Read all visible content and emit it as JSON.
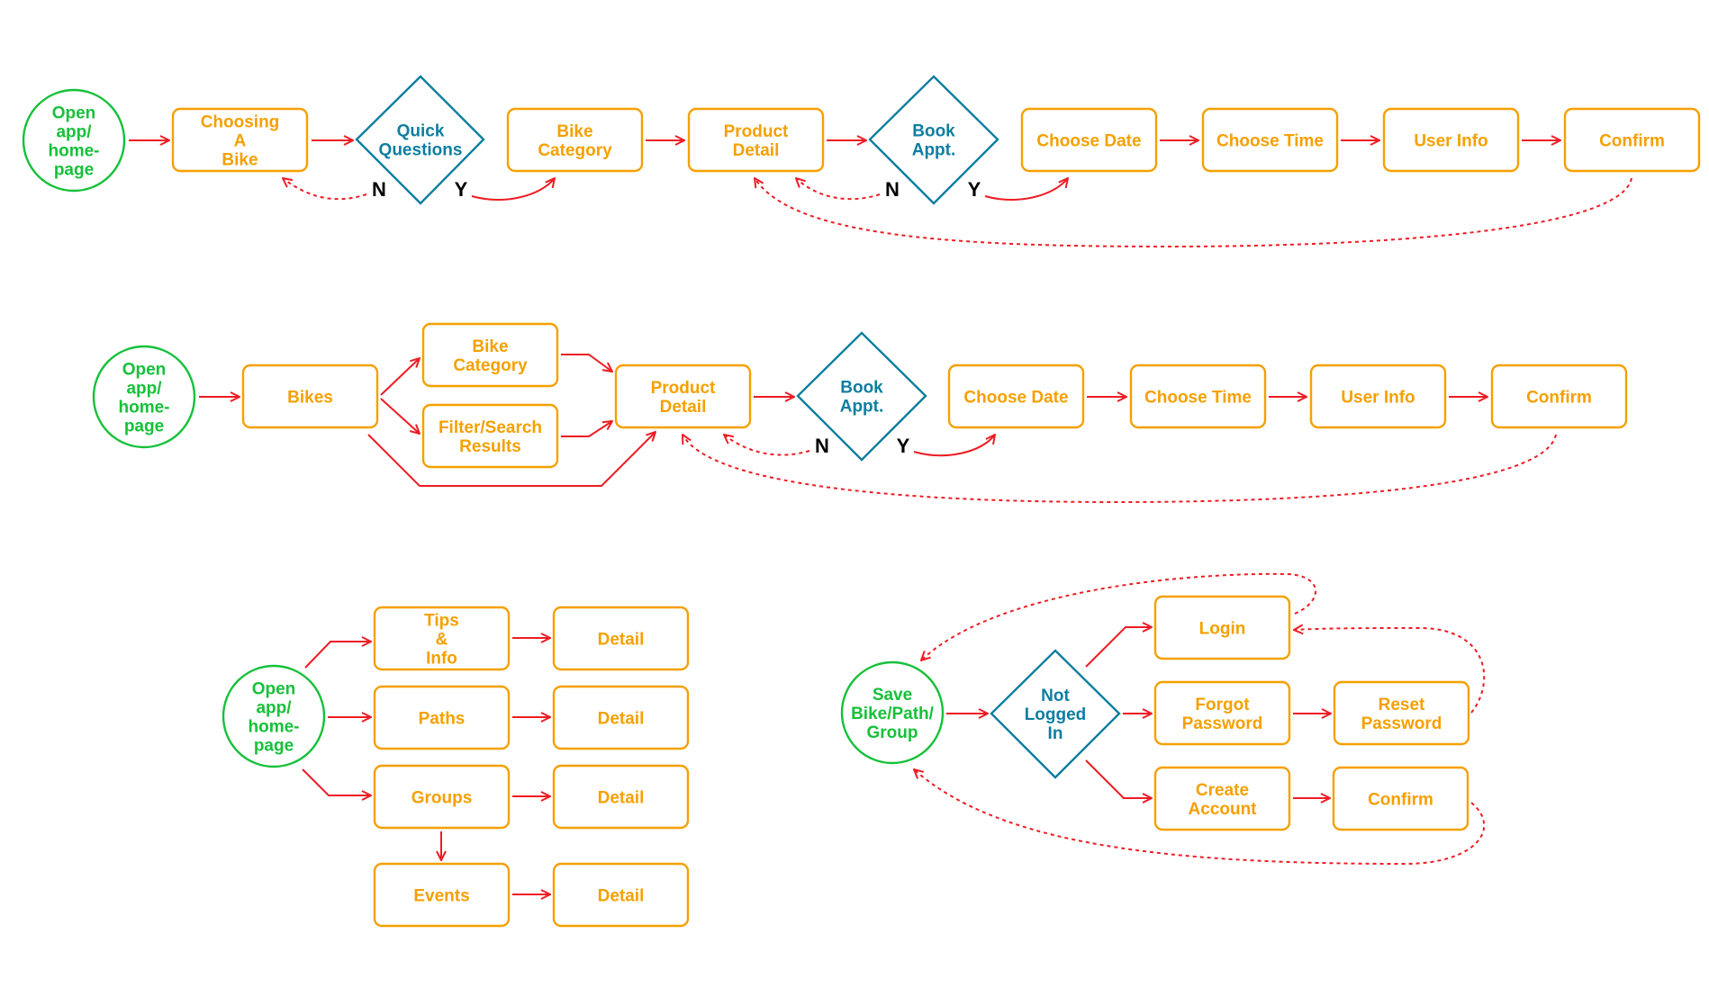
{
  "colors": {
    "box": "#f5a000",
    "start": "#16c13a",
    "decision": "#0d7ea0",
    "arrow": "#ee1c24",
    "branch_label": "#000000"
  },
  "flow1": {
    "start": "Open app/ home- page",
    "choosing_bike": "Choosing A Bike",
    "quick_questions": "Quick Questions",
    "bike_category": "Bike Category",
    "product_detail": "Product Detail",
    "book_appt": "Book Appt.",
    "choose_date": "Choose Date",
    "choose_time": "Choose Time",
    "user_info": "User Info",
    "confirm": "Confirm",
    "no_label": "N",
    "yes_label": "Y"
  },
  "flow2": {
    "start": "Open app/ home- page",
    "bikes": "Bikes",
    "bike_category": "Bike Category",
    "filter_results": "Filter/Search Results",
    "product_detail": "Product Detail",
    "book_appt": "Book Appt.",
    "choose_date": "Choose Date",
    "choose_time": "Choose Time",
    "user_info": "User Info",
    "confirm": "Confirm",
    "no_label": "N",
    "yes_label": "Y"
  },
  "flow3": {
    "start": "Open app/ home- page",
    "tips_info": "Tips & Info",
    "paths": "Paths",
    "groups": "Groups",
    "events": "Events",
    "detail": "Detail"
  },
  "flow4": {
    "start": "Save Bike/Path/ Group",
    "not_logged_in": "Not Logged In",
    "login": "Login",
    "forgot_password": "Forgot Password",
    "reset_password": "Reset Password",
    "create_account": "Create Account",
    "confirm": "Confirm"
  }
}
